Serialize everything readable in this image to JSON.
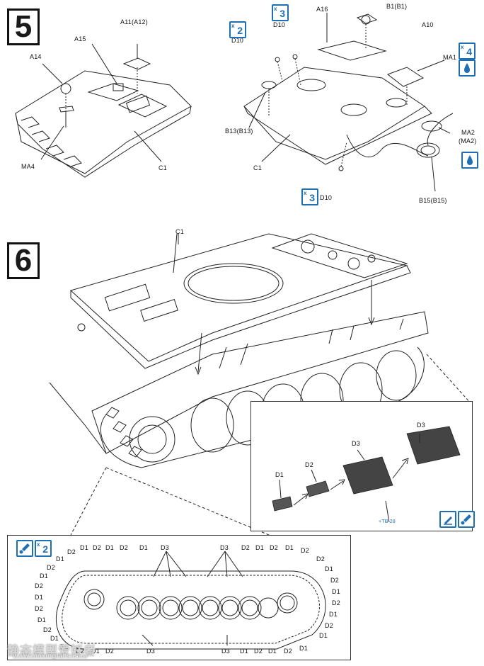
{
  "steps": {
    "step5": "5",
    "step6": "6"
  },
  "step5_left": {
    "a11": "A11(A12)",
    "a15": "A15",
    "a14": "A14",
    "ma4": "MA4",
    "c1": "C1"
  },
  "step5_right": {
    "a16": "A16",
    "b1": "B1(B1)",
    "d10_top": "D10",
    "a10": "A10",
    "d10_left": "D10",
    "ma1": "MA1",
    "b13": "B13(B13)",
    "c1": "C1",
    "ma2": "MA2",
    "ma2b": "(MA2)",
    "d10_bottom": "D10",
    "b15": "B15(B15)"
  },
  "multipliers": {
    "x3_top": "3",
    "x2": "2",
    "x4": "4",
    "x3_bottom": "3",
    "x2_track": "2"
  },
  "step6": {
    "c1": "C1"
  },
  "track_inset": {
    "d3_right": "D3",
    "d3_mid": "D3",
    "d2": "D2",
    "d1": "D1",
    "ref": "+TB 28"
  },
  "track_labels": {
    "top_row": [
      "D2",
      "D1",
      "D2",
      "D1",
      "D2",
      "D1",
      "D3",
      "D3",
      "D2",
      "D1",
      "D2",
      "D1",
      "D2"
    ],
    "bottom_row": [
      "D1",
      "D2",
      "D1",
      "D2",
      "D3",
      "D3",
      "D1",
      "D2",
      "D1",
      "D2",
      "D1"
    ],
    "left_col": [
      "D1",
      "D2",
      "D1",
      "D2",
      "D1",
      "D2",
      "D1",
      "D2",
      "D1"
    ],
    "right_col": [
      "D2",
      "D1",
      "D2",
      "D1",
      "D2",
      "D1",
      "D2",
      "D1"
    ]
  },
  "watermark": {
    "cn": "静态模型爱好者",
    "url": "www.moxingfans.com"
  },
  "icons": {
    "glue": "glue-drop-icon",
    "paint": "paint-brush-icon",
    "cement": "cement-tube-icon"
  },
  "colors": {
    "accent": "#1f6fb5",
    "line": "#1a1a1a"
  }
}
